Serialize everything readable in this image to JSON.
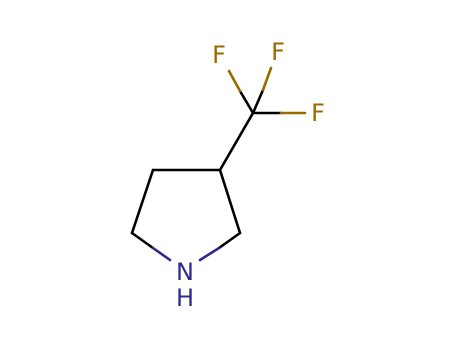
{
  "atoms": {
    "n1": {
      "symbol": "N",
      "color": "#2e2a8c"
    },
    "h_n1": {
      "symbol": "H",
      "color": "#2e2a8c"
    },
    "f1": {
      "symbol": "F",
      "color": "#9a6a00"
    },
    "f2": {
      "symbol": "F",
      "color": "#9a6a00"
    },
    "f3": {
      "symbol": "F",
      "color": "#9a6a00"
    }
  },
  "colors": {
    "bond": "#000000",
    "nitrogen": "#2e2a8c",
    "fluorine": "#9a6a00",
    "background": "#ffffff"
  }
}
